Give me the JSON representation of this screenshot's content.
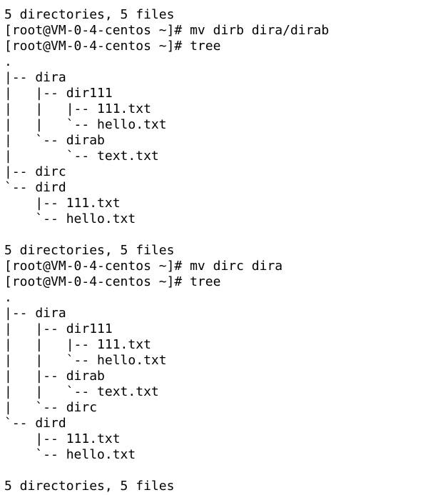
{
  "terminal": {
    "lines": [
      {
        "type": "output",
        "text": "5 directories, 5 files"
      },
      {
        "type": "command",
        "prompt": "[root@VM-0-4-centos ~]# ",
        "command": "mv dirb dira/dirab"
      },
      {
        "type": "command",
        "prompt": "[root@VM-0-4-centos ~]# ",
        "command": "tree"
      },
      {
        "type": "output",
        "text": "."
      },
      {
        "type": "output",
        "text": "|-- dira"
      },
      {
        "type": "output",
        "text": "|   |-- dir111"
      },
      {
        "type": "output",
        "text": "|   |   |-- 111.txt"
      },
      {
        "type": "output",
        "text": "|   |   `-- hello.txt"
      },
      {
        "type": "output",
        "text": "|   `-- dirab"
      },
      {
        "type": "output",
        "text": "|       `-- text.txt"
      },
      {
        "type": "output",
        "text": "|-- dirc"
      },
      {
        "type": "output",
        "text": "`-- dird"
      },
      {
        "type": "output",
        "text": "    |-- 111.txt"
      },
      {
        "type": "output",
        "text": "    `-- hello.txt"
      },
      {
        "type": "output",
        "text": ""
      },
      {
        "type": "output",
        "text": "5 directories, 5 files"
      },
      {
        "type": "command",
        "prompt": "[root@VM-0-4-centos ~]# ",
        "command": "mv dirc dira"
      },
      {
        "type": "command",
        "prompt": "[root@VM-0-4-centos ~]# ",
        "command": "tree"
      },
      {
        "type": "output",
        "text": "."
      },
      {
        "type": "output",
        "text": "|-- dira"
      },
      {
        "type": "output",
        "text": "|   |-- dir111"
      },
      {
        "type": "output",
        "text": "|   |   |-- 111.txt"
      },
      {
        "type": "output",
        "text": "|   |   `-- hello.txt"
      },
      {
        "type": "output",
        "text": "|   |-- dirab"
      },
      {
        "type": "output",
        "text": "|   |   `-- text.txt"
      },
      {
        "type": "output",
        "text": "|   `-- dirc"
      },
      {
        "type": "output",
        "text": "`-- dird"
      },
      {
        "type": "output",
        "text": "    |-- 111.txt"
      },
      {
        "type": "output",
        "text": "    `-- hello.txt"
      },
      {
        "type": "output",
        "text": ""
      },
      {
        "type": "output",
        "text": "5 directories, 5 files"
      }
    ]
  }
}
